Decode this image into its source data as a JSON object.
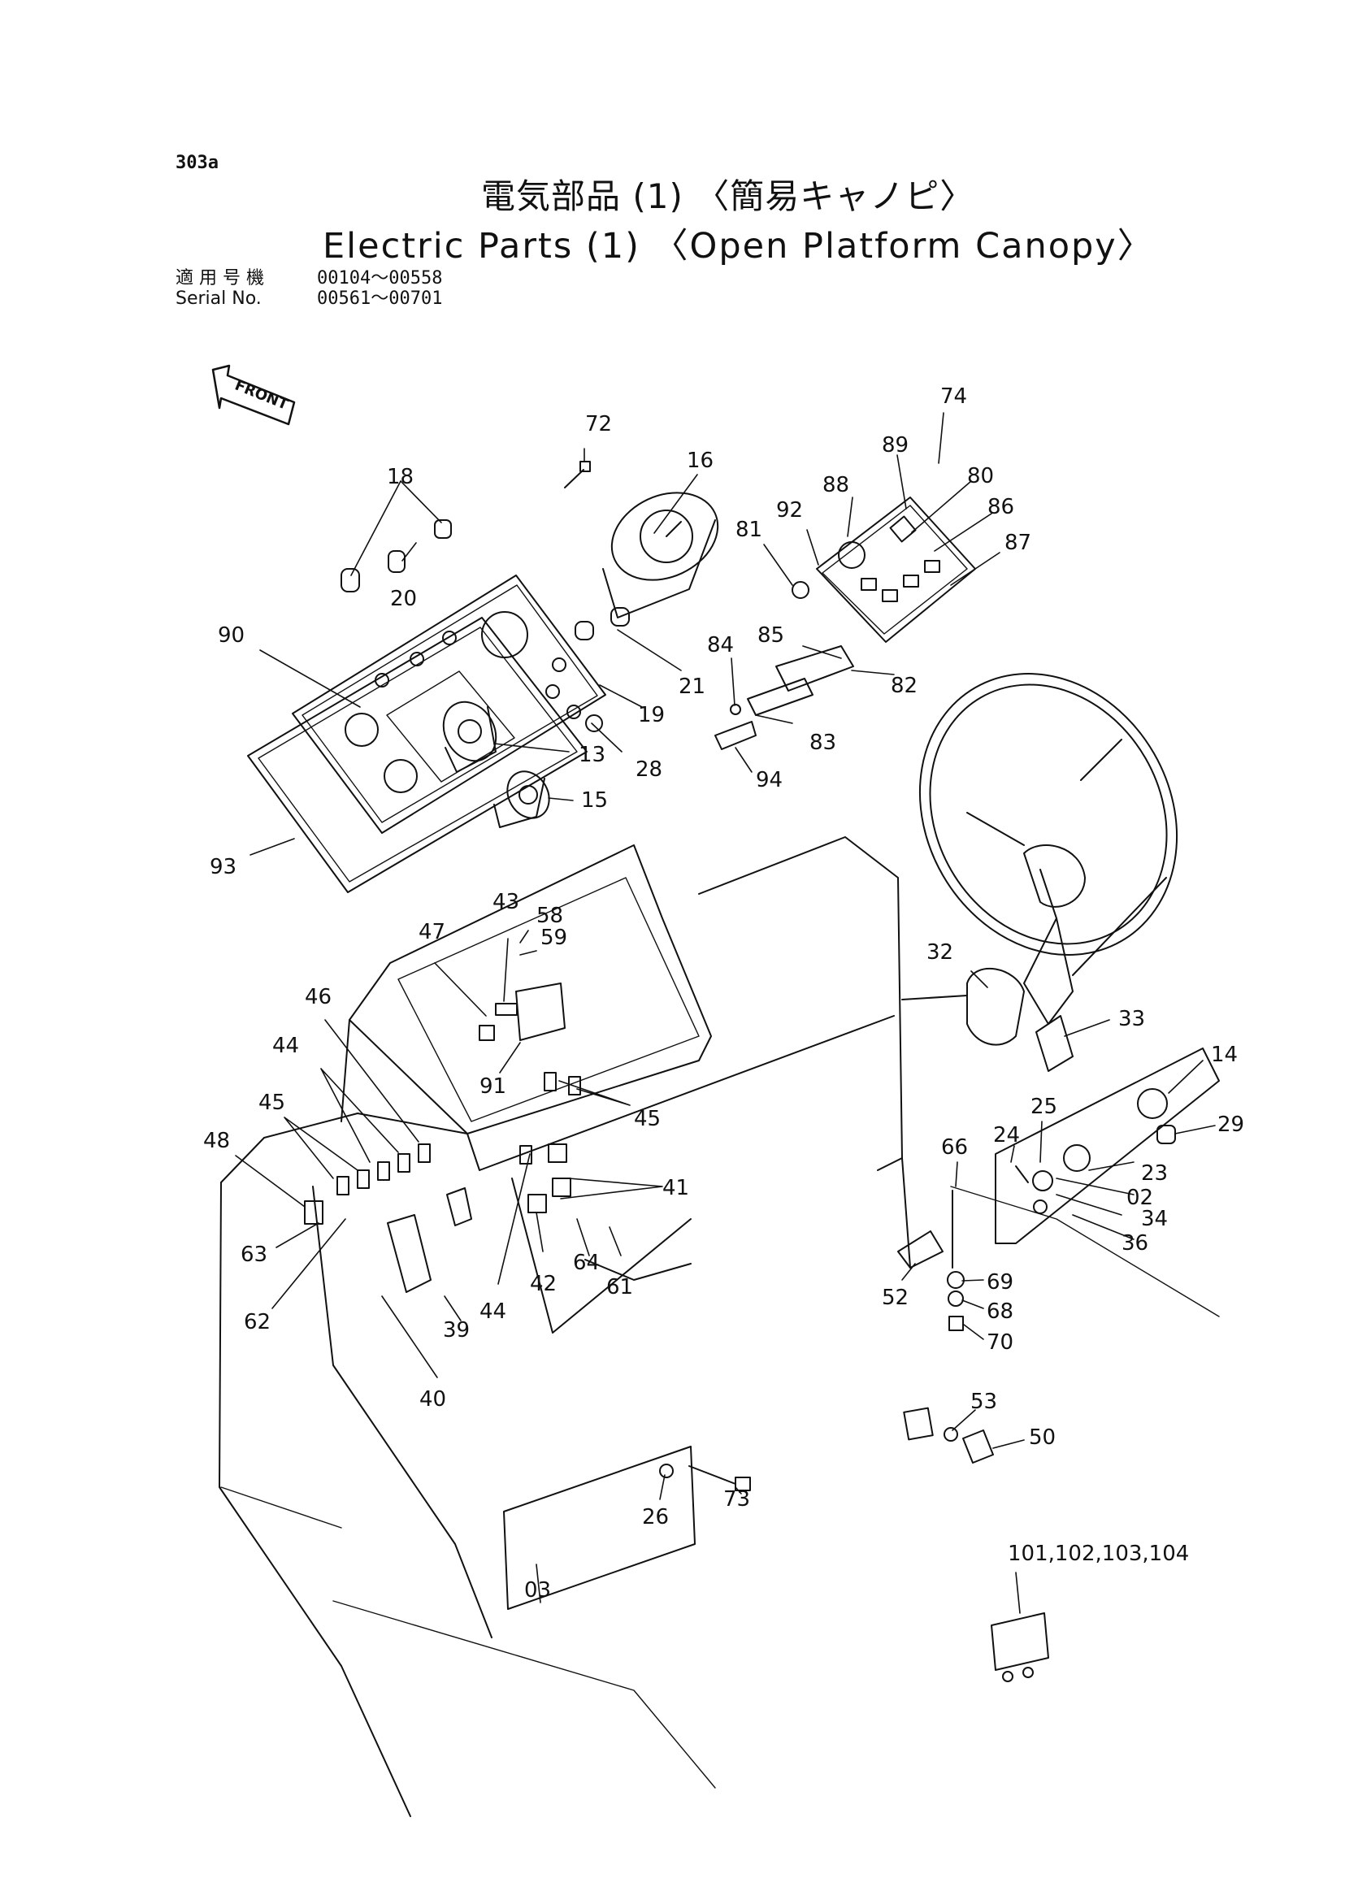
{
  "header": {
    "page_number": "303a",
    "title_jp": "電気部品 (1) 〈簡易キャノピ〉",
    "title_en": "Electric Parts (1) 〈Open Platform Canopy〉",
    "serial_label_jp": "適 用 号 機",
    "serial_label_en": "Serial No.",
    "serial_range_1": "00104～00558",
    "serial_range_2": "00561～00701"
  },
  "front_marker": "FRONT",
  "callouts": [
    {
      "id": "c72",
      "text": "72"
    },
    {
      "id": "c16",
      "text": "16"
    },
    {
      "id": "c18",
      "text": "18"
    },
    {
      "id": "c20",
      "text": "20"
    },
    {
      "id": "c74",
      "text": "74"
    },
    {
      "id": "c89",
      "text": "89"
    },
    {
      "id": "c88",
      "text": "88"
    },
    {
      "id": "c80",
      "text": "80"
    },
    {
      "id": "c92",
      "text": "92"
    },
    {
      "id": "c86",
      "text": "86"
    },
    {
      "id": "c81",
      "text": "81"
    },
    {
      "id": "c87",
      "text": "87"
    },
    {
      "id": "c90",
      "text": "90"
    },
    {
      "id": "c21",
      "text": "21"
    },
    {
      "id": "c84",
      "text": "84"
    },
    {
      "id": "c85",
      "text": "85"
    },
    {
      "id": "c82",
      "text": "82"
    },
    {
      "id": "c19",
      "text": "19"
    },
    {
      "id": "c83",
      "text": "83"
    },
    {
      "id": "c13",
      "text": "13"
    },
    {
      "id": "c28",
      "text": "28"
    },
    {
      "id": "c94",
      "text": "94"
    },
    {
      "id": "c15",
      "text": "15"
    },
    {
      "id": "c93",
      "text": "93"
    },
    {
      "id": "c43",
      "text": "43"
    },
    {
      "id": "c58",
      "text": "58"
    },
    {
      "id": "c47",
      "text": "47"
    },
    {
      "id": "c59",
      "text": "59"
    },
    {
      "id": "c32",
      "text": "32"
    },
    {
      "id": "c46",
      "text": "46"
    },
    {
      "id": "c33",
      "text": "33"
    },
    {
      "id": "c44a",
      "text": "44"
    },
    {
      "id": "c14",
      "text": "14"
    },
    {
      "id": "c91",
      "text": "91"
    },
    {
      "id": "c45a",
      "text": "45"
    },
    {
      "id": "c25",
      "text": "25"
    },
    {
      "id": "c45b",
      "text": "45"
    },
    {
      "id": "c29",
      "text": "29"
    },
    {
      "id": "c48",
      "text": "48"
    },
    {
      "id": "c24",
      "text": "24"
    },
    {
      "id": "c66",
      "text": "66"
    },
    {
      "id": "c23",
      "text": "23"
    },
    {
      "id": "c41",
      "text": "41"
    },
    {
      "id": "c02",
      "text": "02"
    },
    {
      "id": "c34",
      "text": "34"
    },
    {
      "id": "c36",
      "text": "36"
    },
    {
      "id": "c63",
      "text": "63"
    },
    {
      "id": "c64",
      "text": "64"
    },
    {
      "id": "c61",
      "text": "61"
    },
    {
      "id": "c42",
      "text": "42"
    },
    {
      "id": "c44b",
      "text": "44"
    },
    {
      "id": "c69",
      "text": "69"
    },
    {
      "id": "c52",
      "text": "52"
    },
    {
      "id": "c68",
      "text": "68"
    },
    {
      "id": "c62",
      "text": "62"
    },
    {
      "id": "c39",
      "text": "39"
    },
    {
      "id": "c70",
      "text": "70"
    },
    {
      "id": "c40",
      "text": "40"
    },
    {
      "id": "c53",
      "text": "53"
    },
    {
      "id": "c50",
      "text": "50"
    },
    {
      "id": "c73",
      "text": "73"
    },
    {
      "id": "c26",
      "text": "26"
    },
    {
      "id": "c101",
      "text": "101,102,103,104"
    },
    {
      "id": "c03",
      "text": "03"
    }
  ]
}
